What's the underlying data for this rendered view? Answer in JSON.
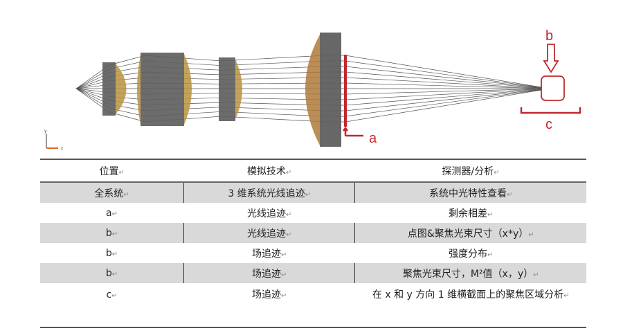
{
  "diagram": {
    "labels": {
      "a": "a",
      "b": "b",
      "c": "c"
    },
    "axis": {
      "y": "y",
      "z": "z"
    },
    "colors": {
      "lens_body": "#5f5f5f",
      "lens_surface": "#b8923f",
      "front_lens_surface": "#b07a3a",
      "annotation": "#c0282d",
      "ray": "#555555"
    }
  },
  "table": {
    "headers": [
      "位置",
      "模拟技术",
      "探测器/分析"
    ],
    "rows": [
      {
        "position": "全系统",
        "technique": "3 维系统光线追迹",
        "analysis": "系统中光特性查看",
        "shaded": true
      },
      {
        "position": "a",
        "technique": "光线追迹",
        "analysis": "剩余相差",
        "shaded": false
      },
      {
        "position": "b",
        "technique": "光线追迹",
        "analysis": "点图&聚焦光束尺寸（x*y）",
        "shaded": true
      },
      {
        "position": "b",
        "technique": "场追迹",
        "analysis": "强度分布",
        "shaded": false
      },
      {
        "position": "b",
        "technique": "场追迹",
        "analysis": "聚焦光束尺寸，M²值（x，y）",
        "shaded": true
      },
      {
        "position": "c",
        "technique": "场追迹",
        "analysis": "在 x 和 y 方向 1 维横截面上的聚焦区域分析",
        "shaded": false
      }
    ],
    "paragraph_mark": "↵"
  }
}
